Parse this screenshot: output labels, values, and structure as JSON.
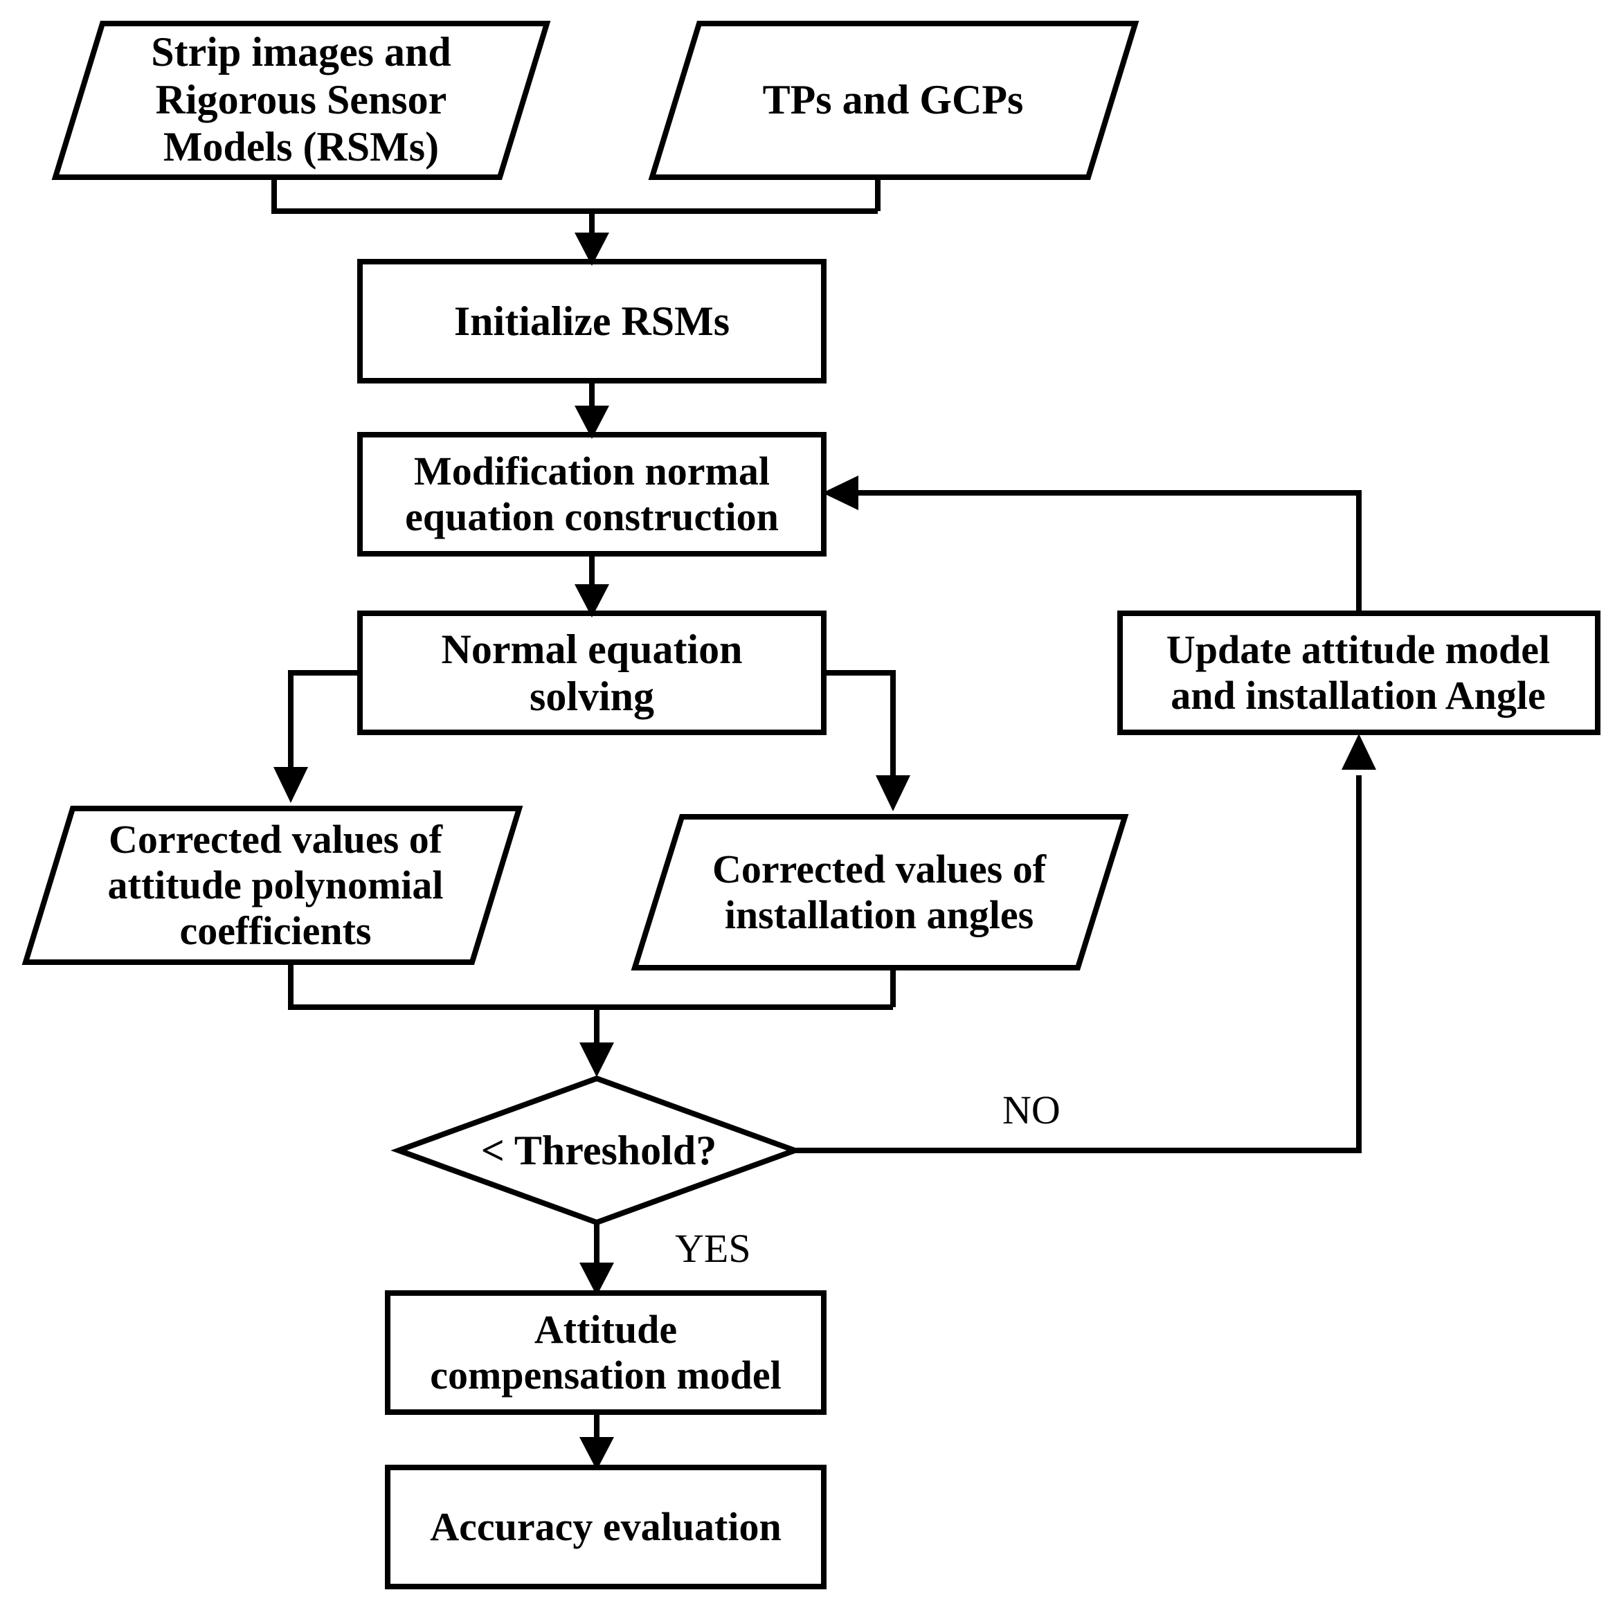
{
  "diagram": {
    "title": "Attitude compensation workflow flowchart",
    "stroke_color": "#000000",
    "fill_color": "#ffffff",
    "nodes": {
      "strip_images": {
        "label": "Strip images and\nRigorous Sensor\nModels (RSMs)",
        "shape": "parallelogram"
      },
      "tps_gcps": {
        "label": "TPs and GCPs",
        "shape": "parallelogram"
      },
      "initialize_rsms": {
        "label": "Initialize RSMs",
        "shape": "rectangle"
      },
      "modification_normal_equation": {
        "label": "Modification normal\nequation construction",
        "shape": "rectangle"
      },
      "normal_equation_solving": {
        "label": "Normal equation\nsolving",
        "shape": "rectangle"
      },
      "corrected_attitude_poly": {
        "label": "Corrected values of\nattitude polynomial\ncoefficients",
        "shape": "parallelogram"
      },
      "corrected_installation_angles": {
        "label": "Corrected values of\ninstallation angles",
        "shape": "parallelogram"
      },
      "update_attitude_model": {
        "label": "Update attitude model\nand installation Angle",
        "shape": "rectangle"
      },
      "threshold_decision": {
        "label": "< Threshold?",
        "shape": "diamond"
      },
      "attitude_compensation_model": {
        "label": "Attitude\ncompensation model",
        "shape": "rectangle"
      },
      "accuracy_evaluation": {
        "label": "Accuracy evaluation",
        "shape": "rectangle"
      }
    },
    "edge_labels": {
      "no": "NO",
      "yes": "YES"
    }
  }
}
